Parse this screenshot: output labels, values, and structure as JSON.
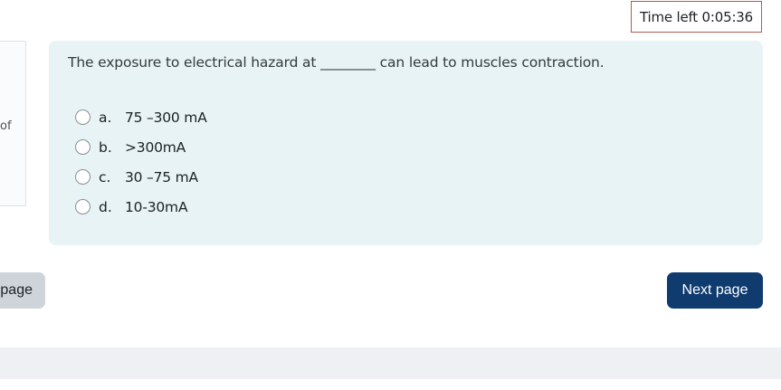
{
  "timer": {
    "label": "Time left 0:05:36"
  },
  "info_panel": {
    "partial_text": "of"
  },
  "question": {
    "text": "The exposure to electrical hazard at ________ can lead to muscles contraction.",
    "answers": [
      {
        "letter": "a.",
        "text": "75 –300 mA",
        "selected": false
      },
      {
        "letter": "b.",
        "text": ">300mA",
        "selected": false
      },
      {
        "letter": "c.",
        "text": "30 –75 mA",
        "selected": false
      },
      {
        "letter": "d.",
        "text": "10-30mA",
        "selected": false
      }
    ]
  },
  "navigation": {
    "previous_label": "page",
    "next_label": "Next page"
  },
  "colors": {
    "card_background": "#e7f3f5",
    "next_button": "#0f3b6f",
    "prev_button": "#ced4da",
    "timer_border": "#b25a4f"
  }
}
